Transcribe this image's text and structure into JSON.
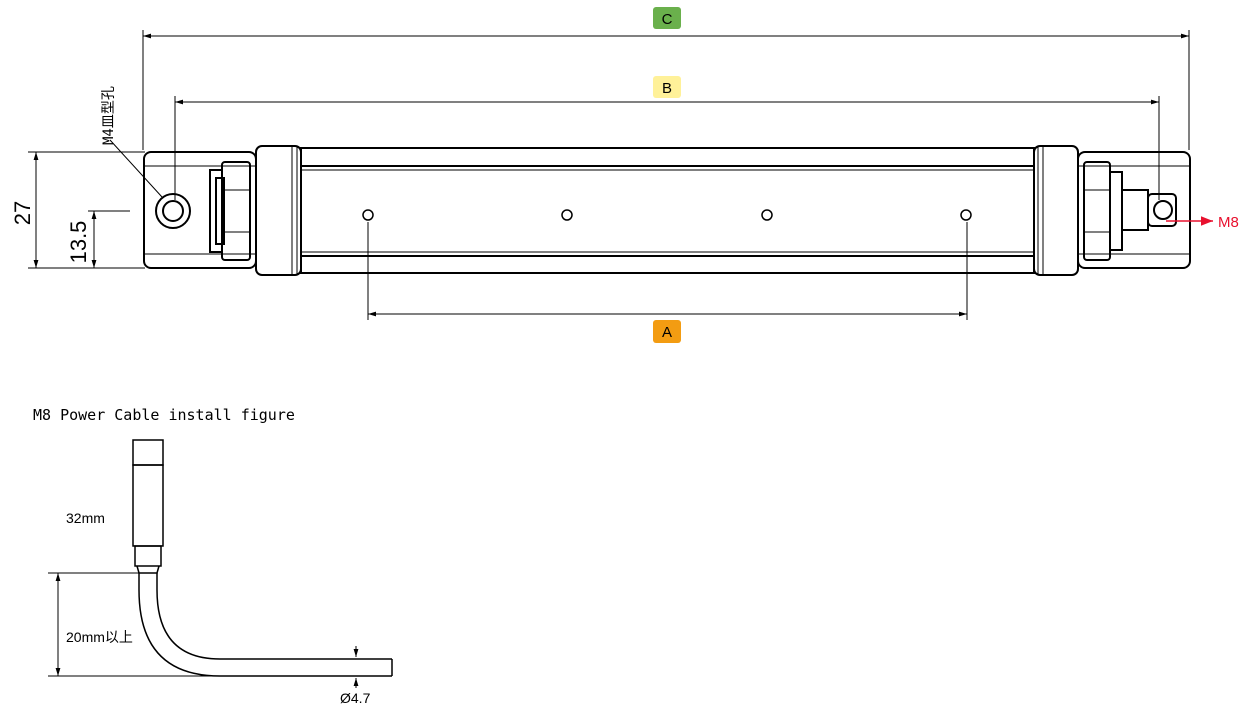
{
  "dimensions": {
    "c_label": "C",
    "b_label": "B",
    "a_label": "A",
    "height_total": "27",
    "height_half": "13.5",
    "hole_note": "M4皿型孔",
    "connector_label": "M8"
  },
  "cable_figure": {
    "title": "M8 Power Cable install figure",
    "length_label": "32mm",
    "bend_label": "20mm以上",
    "diameter_label": "Ø4.7"
  },
  "colors": {
    "badge_c": "#6ab04c",
    "badge_b": "#fff199",
    "badge_a": "#f39c12",
    "connector_arrow": "#e8102e"
  }
}
